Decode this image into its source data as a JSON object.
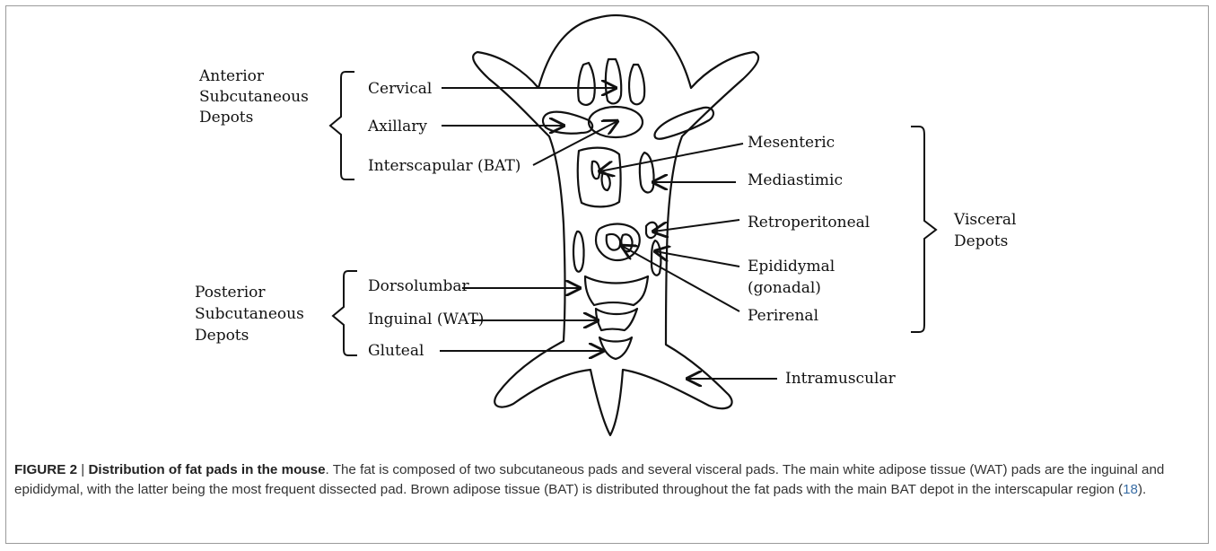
{
  "labels": {
    "anterior": [
      "Anterior",
      "Subcutaneous",
      "Depots"
    ],
    "posterior": [
      "Posterior",
      "Subcutaneous",
      "Depots"
    ],
    "visceral": [
      "Visceral",
      "Depots"
    ],
    "cervical": "Cervical",
    "axillary": "Axillary",
    "interscapular": "Interscapular (BAT)",
    "dorsolumbar": "Dorsolumbar",
    "inguinal": "Inguinal (WAT)",
    "gluteal": "Gluteal",
    "mesenteric": "Mesenteric",
    "mediastimic": "Mediastimic",
    "retroperitoneal": "Retroperitoneal",
    "epididymal": [
      "Epididymal",
      "(gonadal)"
    ],
    "perirenal": "Perirenal",
    "intramuscular": "Intramuscular"
  },
  "caption": {
    "figure_label": "FIGURE 2",
    "separator": " | ",
    "title": "Distribution of fat pads in the mouse",
    "text_before_ref": ". The fat is composed of two subcutaneous pads and several visceral pads. The main white adipose tissue (WAT) pads are the inguinal and epididymal, with the latter being the most frequent dissected pad. Brown adipose tissue (BAT) is distributed throughout the fat pads with the main BAT depot in the interscapular region (",
    "ref": "18",
    "text_after_ref": ")."
  }
}
